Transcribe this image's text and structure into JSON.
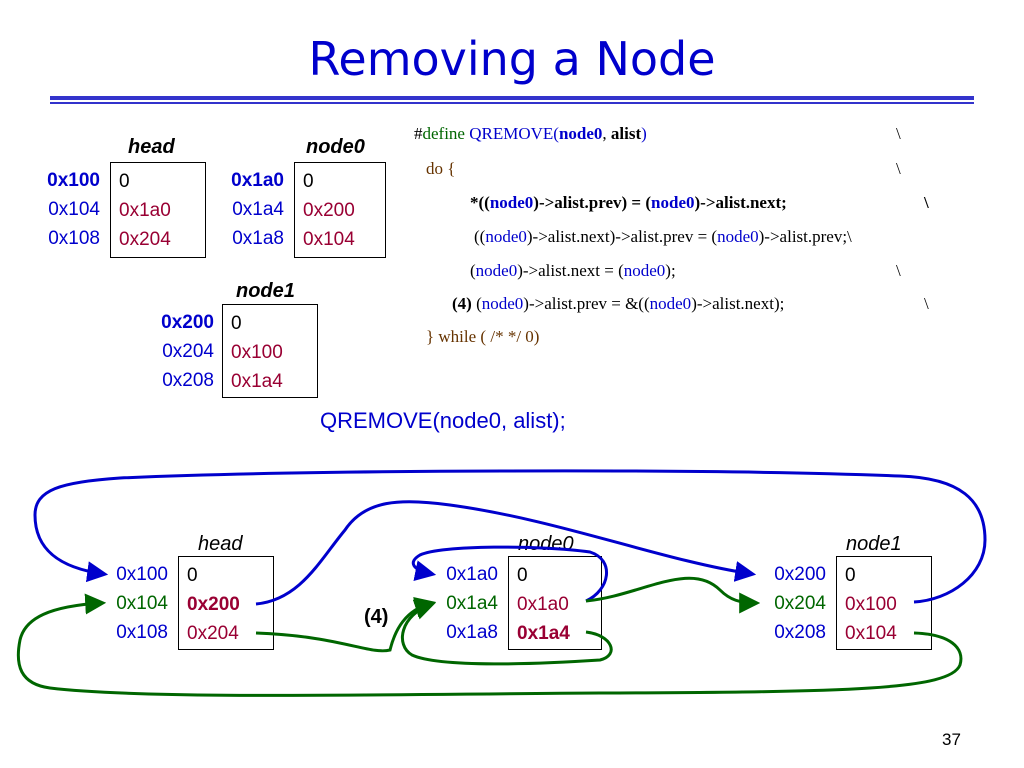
{
  "title": "Removing a Node",
  "code": {
    "l1": {
      "hash": "#",
      "kw": "define",
      "macro": "QREMOVE(",
      "a1": "node0",
      "sep": ", ",
      "a2": "alist",
      "close": ")",
      "bs": "\\"
    },
    "l2": {
      "text": "do {",
      "bs": "\\"
    },
    "l3": {
      "p1": "*((",
      "n1": "node0",
      "p2": ")->alist.prev) = (",
      "n2": "node0",
      "p3": ")->alist.next;",
      "bs": "\\"
    },
    "l4": {
      "p1": "((",
      "n1": "node0",
      "p2": ")->alist.next)->alist.prev = (",
      "n2": "node0",
      "p3": ")->alist.prev;\\"
    },
    "l5": {
      "p1": "(",
      "n1": "node0",
      "p2": ")->alist.next = (",
      "n2": "node0",
      "p3": ");",
      "bs": "\\"
    },
    "l6": {
      "step": "(4)",
      "p1": " (",
      "n1": "node0",
      "p2": ")->alist.prev = &((",
      "n2": "node0",
      "p3": ")->alist.next);",
      "bs": "\\"
    },
    "l7": {
      "text": "} while ( /* */ 0)"
    }
  },
  "call": "QREMOVE(node0, alist);",
  "top_diagram": {
    "head": {
      "label": "head",
      "addrs": [
        "0x100",
        "0x104",
        "0x108"
      ],
      "cells": [
        "0",
        "0x1a0",
        "0x204"
      ]
    },
    "node0": {
      "label": "node0",
      "addrs": [
        "0x1a0",
        "0x1a4",
        "0x1a8"
      ],
      "cells": [
        "0",
        "0x200",
        "0x104"
      ]
    },
    "node1": {
      "label": "node1",
      "addrs": [
        "0x200",
        "0x204",
        "0x208"
      ],
      "cells": [
        "0",
        "0x100",
        "0x1a4"
      ]
    }
  },
  "bottom_diagram": {
    "head": {
      "label": "head",
      "addrs": [
        "0x100",
        "0x104",
        "0x108"
      ],
      "cells": [
        "0",
        "0x200",
        "0x204"
      ]
    },
    "node0": {
      "label": "node0",
      "addrs": [
        "0x1a0",
        "0x1a4",
        "0x1a8"
      ],
      "cells": [
        "0",
        "0x1a0",
        "0x1a4"
      ]
    },
    "node1": {
      "label": "node1",
      "addrs": [
        "0x200",
        "0x204",
        "0x208"
      ],
      "cells": [
        "0",
        "0x100",
        "0x104"
      ]
    },
    "step_label": "(4)"
  },
  "page_number": "37",
  "colors": {
    "title": "#0000CC",
    "next_pointer": "#0000CC",
    "prev_pointer": "#006600",
    "value": "#990033"
  }
}
